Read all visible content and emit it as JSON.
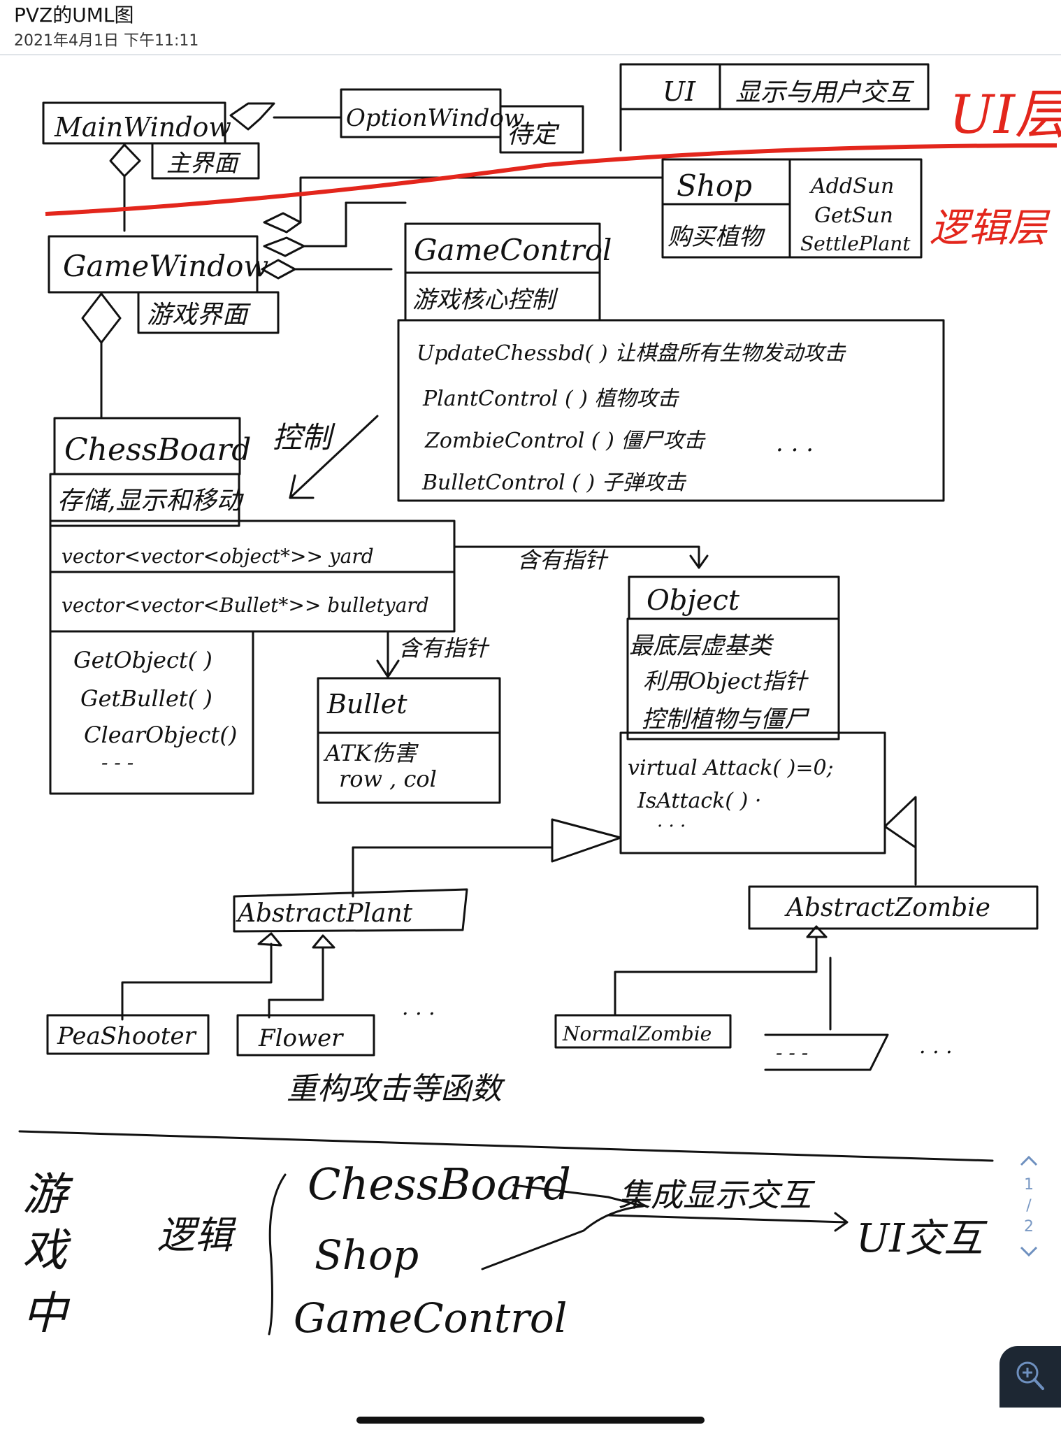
{
  "header": {
    "title": "PVZ的UML图",
    "date": "2021年4月1日 下午11:11"
  },
  "pager": {
    "current": "1",
    "separator": "/",
    "total": "2",
    "up_icon": "chevron-up-icon",
    "down_icon": "chevron-down-icon"
  },
  "zoom": {
    "icon": "zoom-in-icon"
  },
  "accent_colors": {
    "red_line": "#e3261c",
    "pager": "#6e90bf",
    "zoom_bg": "#1d2733"
  },
  "diagram": {
    "ui_layer_label": "UI层",
    "logic_layer_label": "逻辑层",
    "ui_box": {
      "a": "UI",
      "b": "显示与用户交互"
    },
    "main_window": {
      "name": "MainWindow",
      "desc": "主界面"
    },
    "option_window": {
      "name": "OptionWindow",
      "desc": "待定"
    },
    "shop": {
      "name": "Shop",
      "desc": "购买植物",
      "methods": [
        "AddSun",
        "GetSun",
        "SettlePlant"
      ]
    },
    "game_window": {
      "name": "GameWindow",
      "desc": "游戏界面"
    },
    "game_control": {
      "name": "GameControl",
      "desc": "游戏核心控制",
      "methods": [
        "UpdateChessbd( ) 让棋盘所有生物发动攻击",
        "PlantControl ( ) 植物攻击",
        "ZombieControl ( ) 僵尸攻击",
        "BulletControl ( ) 子弹攻击"
      ],
      "ellipsis": "· · ·"
    },
    "control_note": "控制",
    "chessboard": {
      "name": "ChessBoard",
      "desc": "存储,显示和移动",
      "fields": [
        "vector<vector<object*>> yard",
        "vector<vector<Bullet*>> bulletyard"
      ],
      "methods": [
        "GetObject( )",
        "GetBullet( )",
        "ClearObject()",
        "- - -"
      ]
    },
    "contains_pointer_1": "含有指针",
    "contains_pointer_2": "含有指针",
    "bullet": {
      "name": "Bullet",
      "fields": [
        "ATK伤害",
        "row , col"
      ]
    },
    "object": {
      "name": "Object",
      "desc": [
        "最底层虚基类",
        "利用Object指针",
        "控制植物与僵尸"
      ],
      "methods": [
        "virtual Attack( )=0;",
        "IsAttack( ) ·",
        "· · ·"
      ]
    },
    "abstract_plant": "AbstractPlant",
    "abstract_zombie": "AbstractZombie",
    "pea_shooter": "PeaShooter",
    "flower": "Flower",
    "plant_more": "· · ·",
    "normal_zombie": "NormalZombie",
    "zombie_more_box": "- - -",
    "zombie_more": "· · ·",
    "refactor_note": "重构攻击等函数",
    "bottom": {
      "game_label_1": "游",
      "game_label_2": "戏",
      "game_label_3": "中",
      "logic": "逻辑",
      "items": [
        "ChessBoard",
        "Shop",
        "GameControl"
      ],
      "integrate": "集成显示交互",
      "ui": "UI交互"
    }
  }
}
